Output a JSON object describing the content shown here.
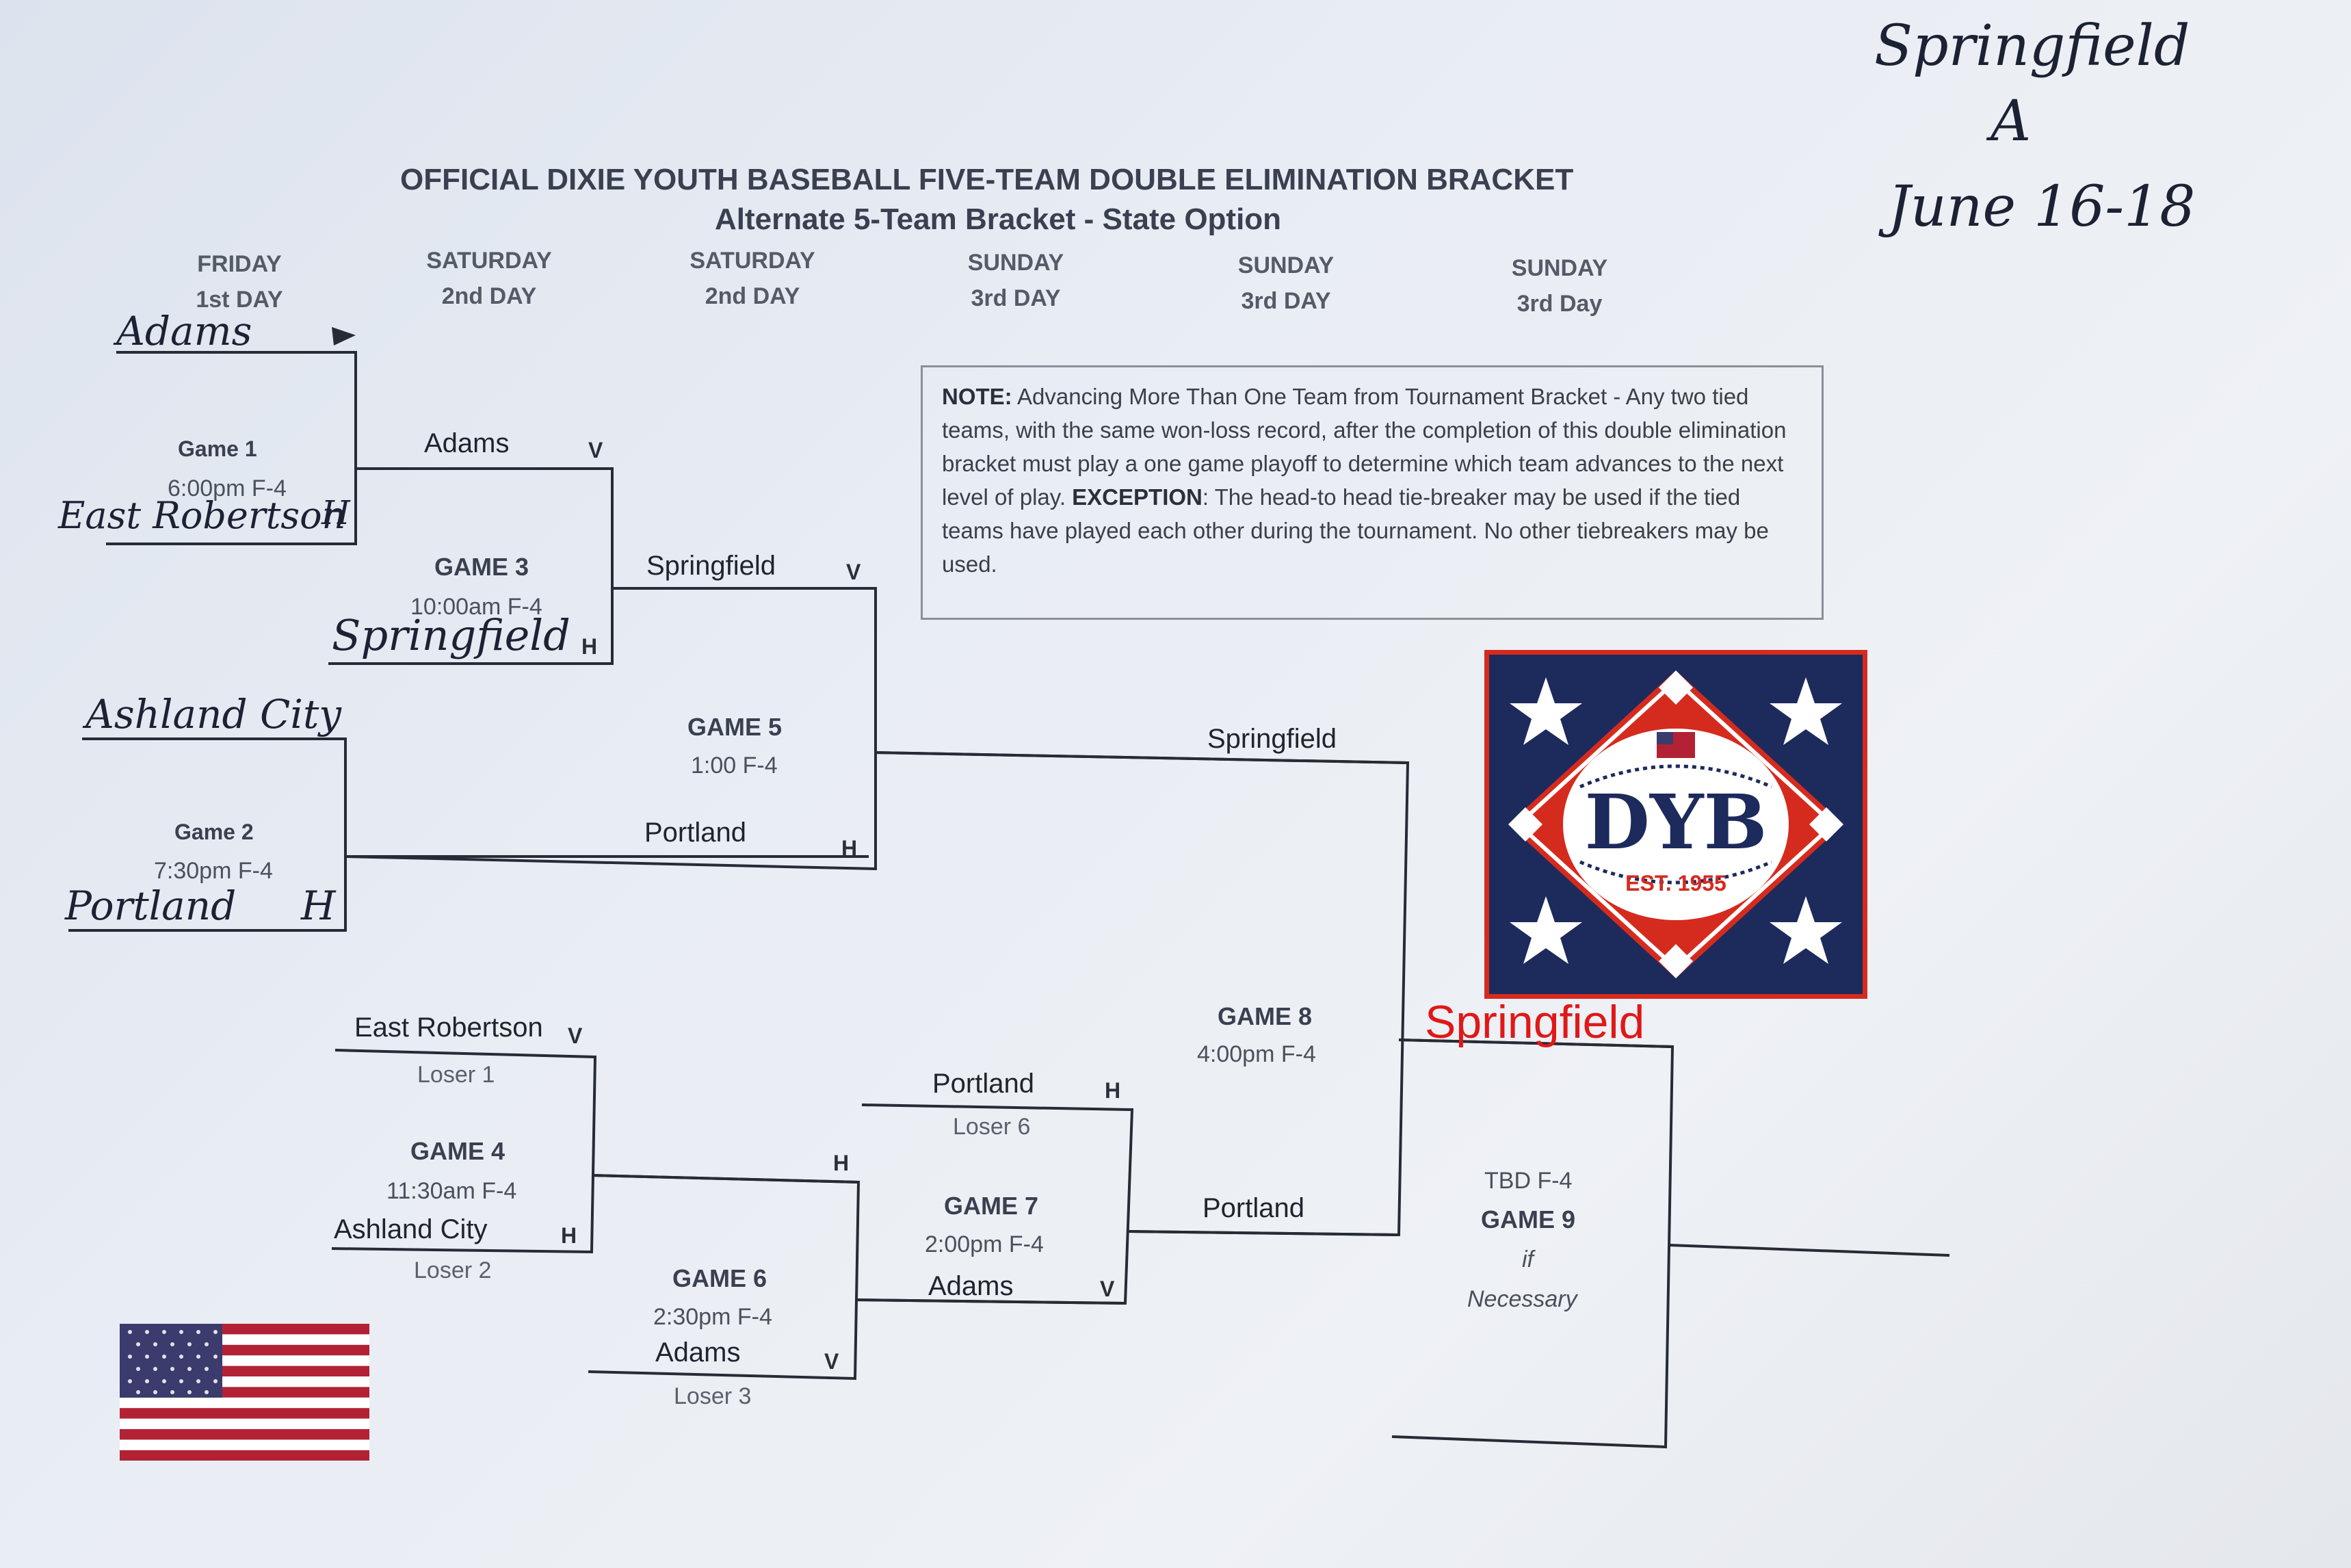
{
  "handwritten_header": {
    "line1": "Springfield",
    "line2": "A",
    "line3": "June 16-18"
  },
  "title": "OFFICIAL DIXIE YOUTH BASEBALL FIVE-TEAM DOUBLE ELIMINATION BRACKET",
  "subtitle": "Alternate 5-Team Bracket - State Option",
  "days": [
    {
      "weekday": "FRIDAY",
      "day": "1st DAY"
    },
    {
      "weekday": "SATURDAY",
      "day": "2nd DAY"
    },
    {
      "weekday": "SATURDAY",
      "day": "2nd DAY"
    },
    {
      "weekday": "SUNDAY",
      "day": "3rd DAY"
    },
    {
      "weekday": "SUNDAY",
      "day": "3rd DAY"
    },
    {
      "weekday": "SUNDAY",
      "day": "3rd Day"
    }
  ],
  "note": {
    "label": "NOTE:",
    "text1": " Advancing More Than One Team from Tournament Bracket - Any two tied teams, with the same won-loss record, after the completion of this double elimination bracket must play a one game playoff to determine which team advances to the next level of play. ",
    "exception_label": "EXCEPTION",
    "text2": ": The head-to head tie-breaker may be used if the tied teams have played each other during the tournament. No other tiebreakers may be used."
  },
  "games": {
    "g1": {
      "label": "Game 1",
      "time": "6:00pm F-4"
    },
    "g2": {
      "label": "Game 2",
      "time": "7:30pm F-4"
    },
    "g3": {
      "label": "GAME 3",
      "time": "10:00am F-4"
    },
    "g4": {
      "label": "GAME 4",
      "time": "11:30am F-4"
    },
    "g5": {
      "label": "GAME 5",
      "time": "1:00 F-4"
    },
    "g6": {
      "label": "GAME 6",
      "time": "2:30pm F-4"
    },
    "g7": {
      "label": "GAME 7",
      "time": "2:00pm F-4"
    },
    "g8": {
      "label": "GAME 8",
      "time": "4:00pm F-4"
    },
    "g9": {
      "label": "GAME 9",
      "time": "TBD F-4",
      "if1": "if",
      "if2": "Necessary"
    }
  },
  "teams": {
    "g1_top": "Adams",
    "g1_bottom": "East Robertson",
    "g1_bottom_mark": "H",
    "g2_top": "Ashland City",
    "g2_bottom": "Portland",
    "g2_bottom_mark": "H",
    "g3_top": "Adams",
    "g3_bottom": "Springfield",
    "g5_top": "Springfield",
    "g5_bottom": "Portland",
    "g4_top": "East Robertson",
    "g4_bottom": "Ashland City",
    "g7_top": "Portland",
    "g7_bottom": "Adams",
    "g6_bottom": "Adams",
    "g8_top": "Springfield",
    "g8_bottom": "Portland",
    "champion": "Springfield"
  },
  "losers": {
    "l1": "Loser 1",
    "l2": "Loser 2",
    "l3": "Loser 3",
    "l6": "Loser 6"
  },
  "marks": {
    "V": "V",
    "H": "H"
  },
  "logo": {
    "text": "DYB",
    "est": "EST. 1955"
  },
  "colors": {
    "logo_red": "#d52b1e",
    "logo_navy": "#1d2a5c",
    "winner": "#e01818"
  }
}
